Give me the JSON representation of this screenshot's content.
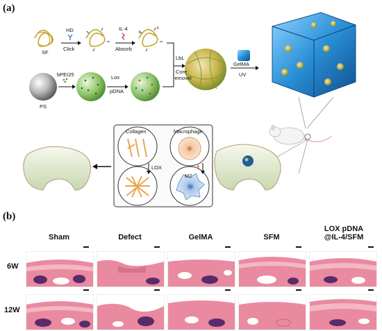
{
  "panels": {
    "a": "(a)",
    "b": "(b)"
  },
  "scheme": {
    "sf": "SF",
    "ps": "PS",
    "hd": "HD",
    "click": "Click",
    "il4": "IL-4",
    "absorb": "Absorb",
    "bpei": "bPEI25",
    "lox": "Lox",
    "pdna": "pDNA",
    "lbl": "LbL",
    "core": "Core",
    "removel": "removel",
    "gelma": "GelMA",
    "uv": "UV",
    "collagen": "Collagen",
    "macrophage": "Macrophage",
    "lox_arrow": "LOX",
    "m2": "M2"
  },
  "histology": {
    "columns": [
      "Sham",
      "Defect",
      "GelMA",
      "SFM",
      "LOX pDNA\n@IL-4/SFM"
    ],
    "rows": [
      "6W",
      "12W"
    ]
  },
  "colors": {
    "tissue_pink": "#e98aa0",
    "tissue_purple": "#5a2a6a",
    "scaffold_green": "#8fc56a",
    "hydrogel_blue": "#2a8fd6"
  }
}
